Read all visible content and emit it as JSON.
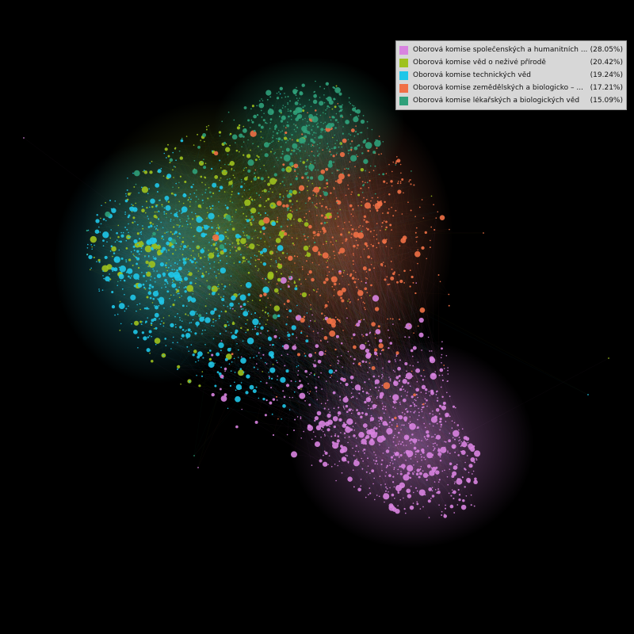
{
  "legend": {
    "items": [
      {
        "label": "Oborová komise společenských a humanitních ...",
        "percent": "(28.05%)",
        "color": "#d883e0"
      },
      {
        "label": "Oborová komise věd o neživé přírodě",
        "percent": "(20.42%)",
        "color": "#9ec21e"
      },
      {
        "label": "Oborová komise technických věd",
        "percent": "(19.24%)",
        "color": "#1fc6e8"
      },
      {
        "label": "Oborová komise zemědělských a biologicko – ...",
        "percent": "(17.21%)",
        "color": "#f07046"
      },
      {
        "label": "Oborová komise lékařských a biologických věd",
        "percent": "(15.09%)",
        "color": "#2fa07a"
      }
    ]
  },
  "graph": {
    "background": "#000000",
    "edge_color": "#b08a8a"
  }
}
